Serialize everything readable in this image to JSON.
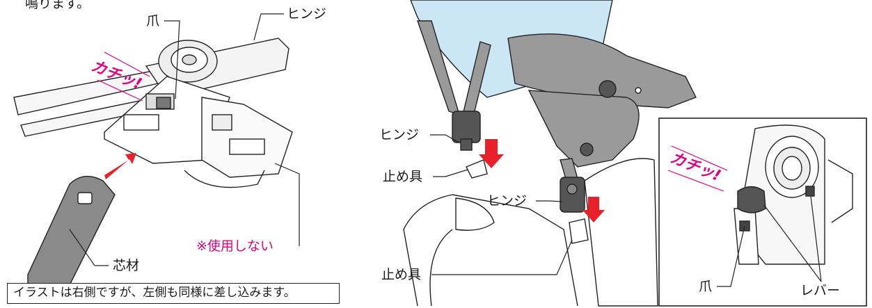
{
  "colors": {
    "accent_pink": "#e4007f",
    "arrow_red": "#e8202a",
    "helmet_blue": "#cbe6f5",
    "visor_gray": "#9a9a9a"
  },
  "top_text": "鳴ります。",
  "left_panel": {
    "label_claw": "爪",
    "label_hinge": "ヒンジ",
    "click_sound": "カチッ!",
    "label_not_used": "※使用しない",
    "label_core": "芯材",
    "note": "イラストは右側ですが、左側も同様に差し込みます。"
  },
  "center_panel": {
    "label_hinge_1": "ヒンジ",
    "label_stopper_1": "止め具",
    "label_hinge_2": "ヒンジ",
    "label_stopper_2": "止め具"
  },
  "inset_panel": {
    "click_sound": "カチッ!",
    "label_claw": "爪",
    "label_lever": "レバー"
  }
}
